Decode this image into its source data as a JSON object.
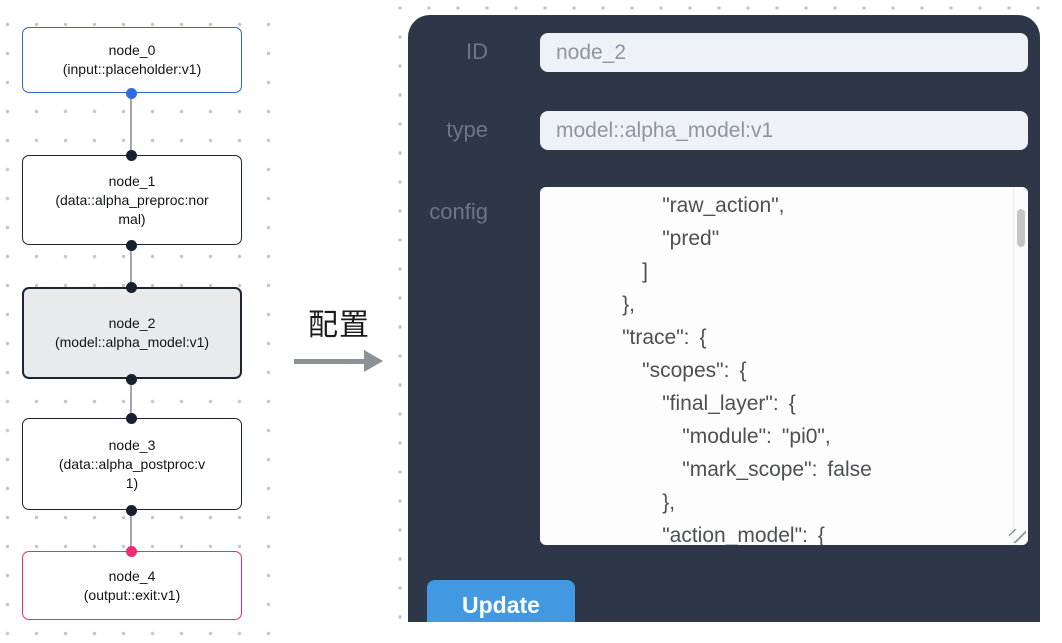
{
  "diagram": {
    "nodes": [
      {
        "title": "node_0",
        "subtitle": "(input::placeholder:v1)",
        "kind": "input",
        "selected": false
      },
      {
        "title": "node_1",
        "subtitle": "(data::alpha_preproc:normal)",
        "kind": "data",
        "selected": false
      },
      {
        "title": "node_2",
        "subtitle": "(model::alpha_model:v1)",
        "kind": "model",
        "selected": true
      },
      {
        "title": "node_3",
        "subtitle": "(data::alpha_postproc:v1)",
        "kind": "data",
        "selected": false
      },
      {
        "title": "node_4",
        "subtitle": "(output::exit:v1)",
        "kind": "output",
        "selected": false
      }
    ]
  },
  "transition": {
    "label": "配置"
  },
  "panel": {
    "id_field": {
      "label": "ID",
      "value": "node_2"
    },
    "type_field": {
      "label": "type",
      "value": "model::alpha_model:v1"
    },
    "config_field": {
      "label": "config",
      "value": "      \"raw_action\",\n      \"pred\"\n    ]\n  },\n  \"trace\": {\n    \"scopes\": {\n      \"final_layer\": {\n        \"module\": \"pi0\",\n        \"mark_scope\": false\n      },\n      \"action_model\": {"
    },
    "update_button": "Update"
  },
  "colors": {
    "panel_bg": "#2d3748",
    "button_blue": "#4299e1",
    "node_input_border": "#3366cc",
    "node_output_border": "#ec2d72",
    "node_default_border": "#1d2532",
    "node_selected_bg": "#e9eaeb",
    "grid_dot": "#c4c7cc"
  }
}
